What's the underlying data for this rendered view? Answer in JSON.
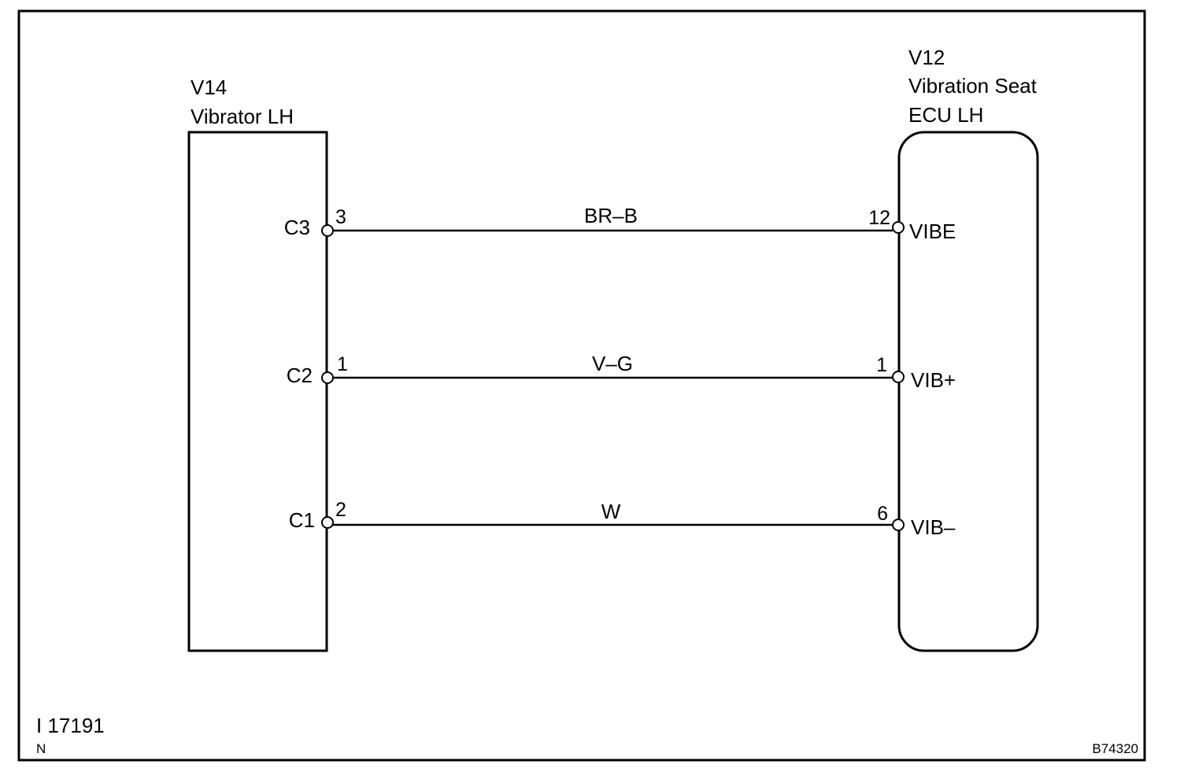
{
  "left_component": {
    "code": "V14",
    "name": "Vibrator LH",
    "pins": [
      {
        "label": "C3",
        "number": "3"
      },
      {
        "label": "C2",
        "number": "1"
      },
      {
        "label": "C1",
        "number": "2"
      }
    ]
  },
  "right_component": {
    "code": "V12",
    "name_line1": "Vibration Seat",
    "name_line2": "ECU LH",
    "pins": [
      {
        "label": "VIBE",
        "number": "12"
      },
      {
        "label": "VIB+",
        "number": "1"
      },
      {
        "label": "VIB–",
        "number": "6"
      }
    ]
  },
  "wires": [
    {
      "color_code": "BR–B"
    },
    {
      "color_code": "V–G"
    },
    {
      "color_code": "W"
    }
  ],
  "footer": {
    "figure_id": "I 17191",
    "mark": "N",
    "ref_code": "B74320"
  }
}
